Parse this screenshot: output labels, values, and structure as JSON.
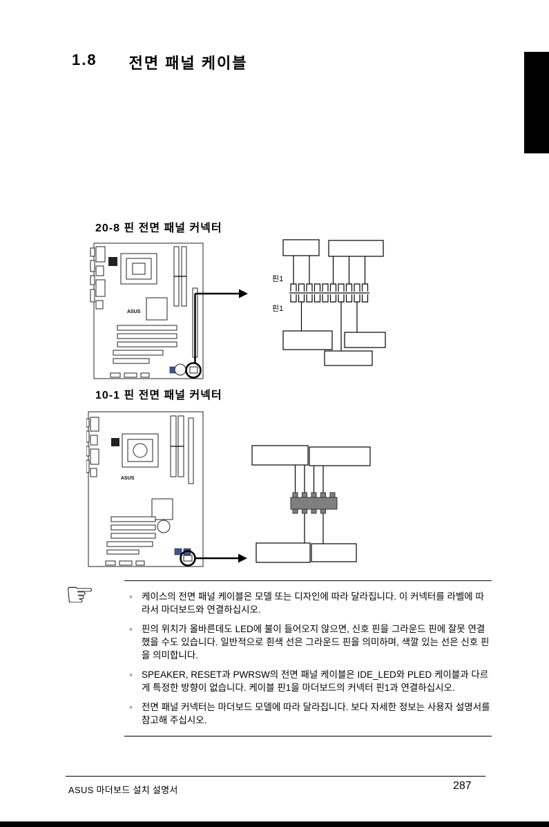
{
  "page": {
    "heading_number": "1.8",
    "heading_title": "전면 패널 케이블",
    "footer_text": "ASUS 마더보드 설치 설명서",
    "page_number": "287"
  },
  "icons": {
    "hand": "☞"
  },
  "board_logo": "ASUS",
  "sections": {
    "s20": {
      "label": "20-8 핀 전면 패널 커넥터",
      "pin1_top": "핀1",
      "pin1_bottom": "핀1"
    },
    "s10": {
      "label": "10-1 핀 전면 패널 커넥터"
    }
  },
  "notes": {
    "bullet": "◦",
    "items": [
      "케이스의 전면 패널 케이블은 모델 또는 디자인에 따라 달라집니다. 이 커넥터를 라벨에 따라서 마더보드와 연결하십시오.",
      "핀의 위치가 올바른데도 LED에 불이 들어오지 않으면, 신호 핀을 그라운드 핀에 잘못 연결했을 수도 있습니다. 일반적으로 흰색 선은 그라운드 핀을 의미하며, 색깔 있는 선은 신호 핀을 의미합니다.",
      "SPEAKER, RESET과 PWRSW의 전면 패널 케이블은 IDE_LED와 PLED 케이블과 다르게 특정한 방향이 없습니다. 케이블 핀1을 마더보드의 커넥터 핀1과 연결하십시오.",
      "전면 패널 커넥터는 마더보드 모델에 따라 달라집니다. 보다 자세한 정보는 사용자 설명서를 참고해 주십시오."
    ]
  },
  "colors": {
    "ink": "#000000",
    "pin_block_gray": "#7f7f7f",
    "side_tab": "#000000"
  }
}
